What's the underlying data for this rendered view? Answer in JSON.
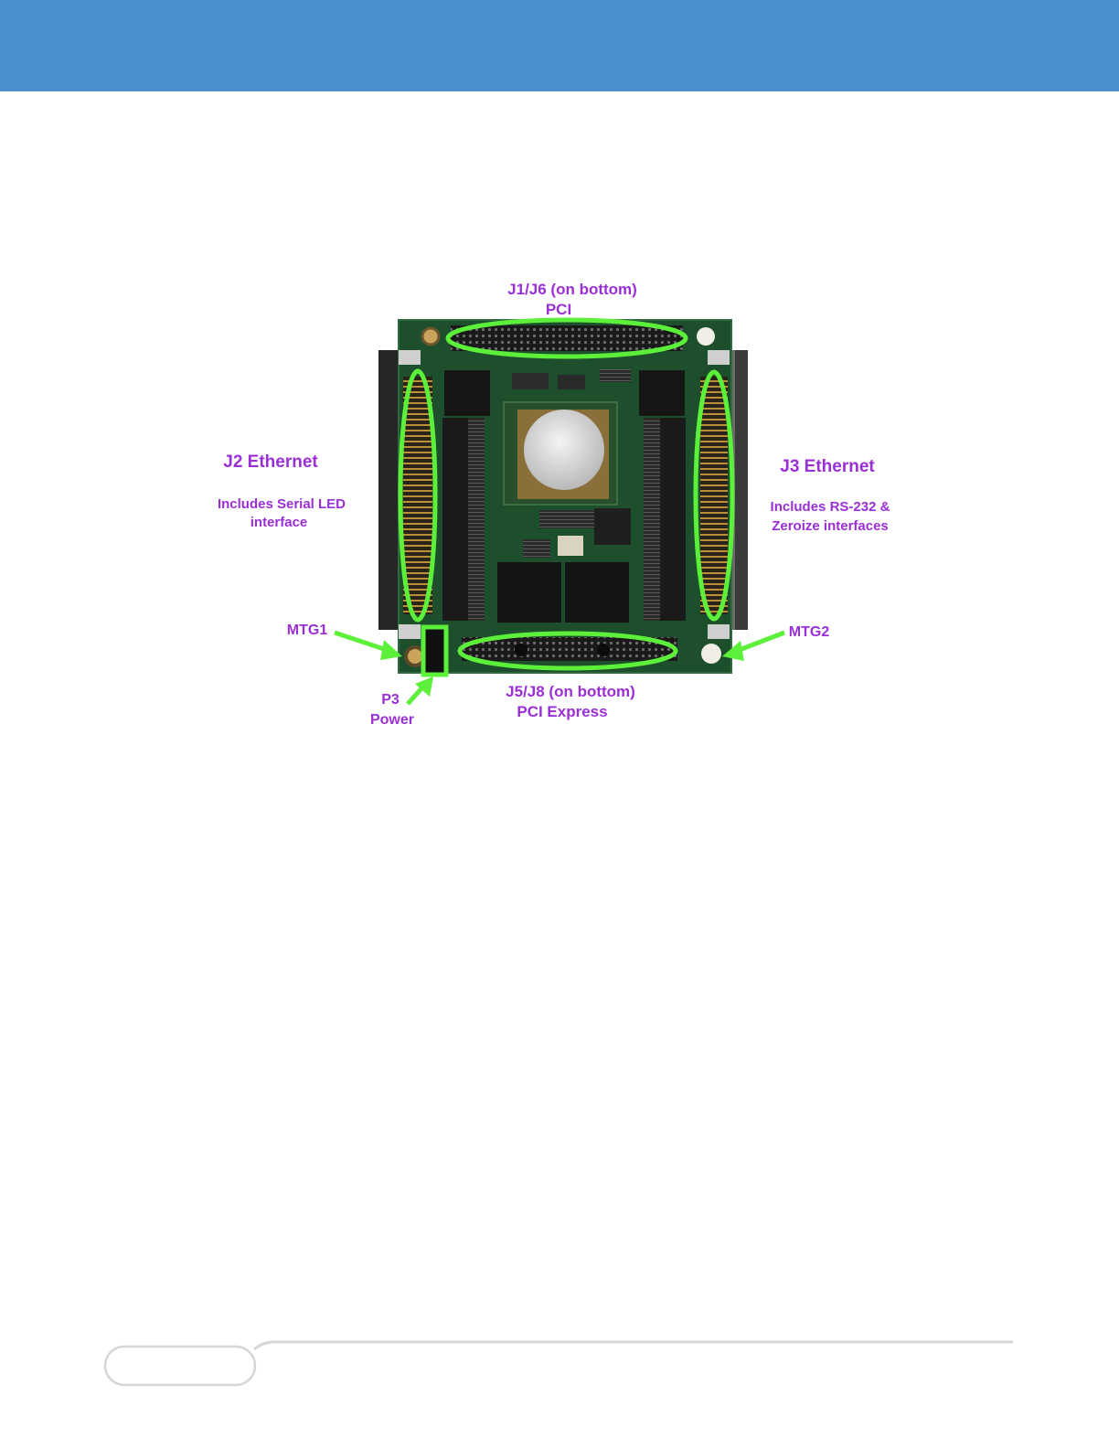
{
  "colors": {
    "header_band": "#4a90cf",
    "label_purple": "#9b2fd6",
    "highlight_green": "#5cf03a",
    "pcb_green": "#1e4f2c",
    "footer_line": "#d6d6d6"
  },
  "figure": {
    "labels": {
      "j1_line1": "J1/J6 (on bottom)",
      "j1_line2": "PCI",
      "j2_title": "J2 Ethernet",
      "j2_desc_line1": "Includes Serial LED",
      "j2_desc_line2": "interface",
      "j3_title": "J3 Ethernet",
      "j3_desc_line1": "Includes RS-232 &",
      "j3_desc_line2": "Zeroize interfaces",
      "mtg1": "MTG1",
      "mtg2": "MTG2",
      "p3_line1": "P3",
      "p3_line2": "Power",
      "j5_line1": "J5/J8 (on bottom)",
      "j5_line2": "PCI Express"
    }
  }
}
